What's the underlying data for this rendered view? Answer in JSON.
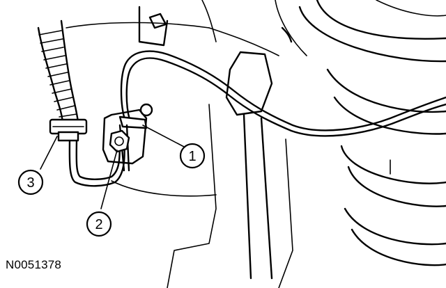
{
  "figure": {
    "id": "N0051378"
  },
  "callouts": [
    {
      "label": "1"
    },
    {
      "label": "2"
    },
    {
      "label": "3"
    }
  ],
  "colors": {
    "ink": "#000000",
    "background": "#ffffff"
  }
}
